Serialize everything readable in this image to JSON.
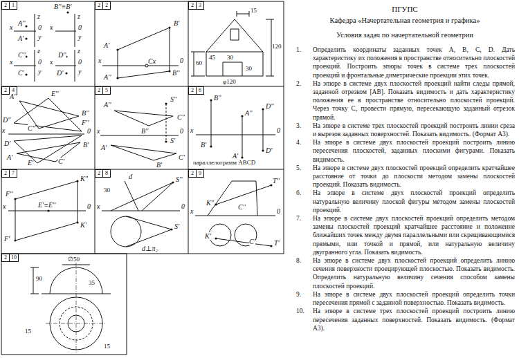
{
  "diagram": {
    "title": "ПГУПС",
    "nodes": [
      {
        "text": [
          "2",
          "1"
        ]
      },
      {
        "text": [
          "2",
          "2"
        ]
      },
      {
        "text": [
          "2",
          "3"
        ]
      },
      {
        "text": [
          "2",
          "4"
        ]
      },
      {
        "text": [
          "2",
          "5"
        ]
      },
      {
        "text": [
          "2",
          "6"
        ]
      },
      {
        "text": [
          "2",
          "7"
        ]
      },
      {
        "text": [
          "2",
          "8"
        ]
      },
      {
        "text": [
          "2",
          "9"
        ]
      },
      {
        "text": [
          "2",
          "10"
        ]
      }
    ],
    "labels": [
      "Кафедра «Начертательная геометрия и графика»",
      "Условия задач по начертательной геометрии",
      "1.",
      "Определить координаты заданных точек A, B, C, D. Дать характеристику их положения в пространстве относительно плоскостей проекций. Построить эпюры точек в системе трех плоскостей проекций и фронтальные диметрические проекции этих точек.",
      "2.",
      "На эпюре в системе двух плоскостей проекций найти следы прямой, заданной отрезком [AB]. Показать видимость и дать характеристику положения ее в пространстве относительно плоскостей проекций. Через точку C, провести прямую, пересекающую заданный отрезок прямой.",
      "3.",
      "На эпюре в системе трех плоскостей проекций построить линии среза и вырезов заданных поверхностей. Показать видимость. (Формат A3).",
      "4.",
      "На эпюре в системе двух плоскостей проекций построить линию пересечения плоскостей, заданных плоскими фигурами. Показать видимость.",
      "5.",
      "На эпюре в системе двух плоскостей проекций определить кратчайшее расстояние от точки до плоскости методом замены плоскостей проекций. Показать видимость.",
      "6.",
      "На эпюре в системе двух плоскостей проекций определить натуральную величину плоской фигуры методом замены плоскостей проекций.",
      "7.",
      "На эпюре в системе двух плоскостей проекций определить методом замены плоскостей проекций кратчайшее расстояние и положение ближайших точек между двумя параллельными или скрещивающимися прямыми, или точкой и прямой, или натуральную величину двугранного угла. Показать видимость.",
      "8.",
      "На эпюре в системе двух плоскостей проекций определить линию сечения поверхности проецирующей плоскостью. Показать видимость. Определить натуральную величину сечения способом замены плоскостей проекций.",
      "9.",
      "На эпюре в системе двух плоскостей проекций определить точки пересечения прямой с заданной поверхностью. Показать видимость.",
      "10.",
      "На эпюре в системе трех плоскостей проекций построить линию пересечения заданных поверхностей. Показать видимость. (Формат A3).",
      "z",
      "A''",
      "x",
      "0",
      "A'",
      "y",
      "B''≡B'",
      "z",
      "x",
      "0",
      "y",
      "z",
      "C''",
      "x",
      "0",
      "C'",
      "y",
      "z",
      "D''",
      "x",
      "0",
      "D'",
      "y",
      "B'",
      "A'",
      "x",
      "Cx",
      "0",
      "B''",
      "A''",
      "15",
      "120",
      "60",
      "45",
      "30",
      "30",
      "φ120",
      "A''",
      "E''",
      "B''",
      "D''",
      "C''",
      "F''",
      "x",
      "0",
      "D'",
      "B'",
      "A'",
      "E'",
      "C'",
      "A''",
      "S''",
      "C''",
      "B''",
      "x",
      "0",
      "S'",
      "A'",
      "C'",
      "B'",
      "B''",
      "A''",
      "D''",
      "x",
      "0",
      "B'",
      "A'",
      "D'",
      "параллелограмм ABCD",
      "K''",
      "F''",
      "E'≡E''",
      "x",
      "0",
      "K'",
      "F'",
      "d",
      "S''",
      "30",
      "x",
      "0",
      "S'",
      "d⊥π₂",
      "T''",
      "K''",
      "C''",
      "x",
      "0",
      "K'",
      "C'",
      "T'",
      "∅50",
      "90",
      "35",
      "15",
      "15"
    ]
  }
}
